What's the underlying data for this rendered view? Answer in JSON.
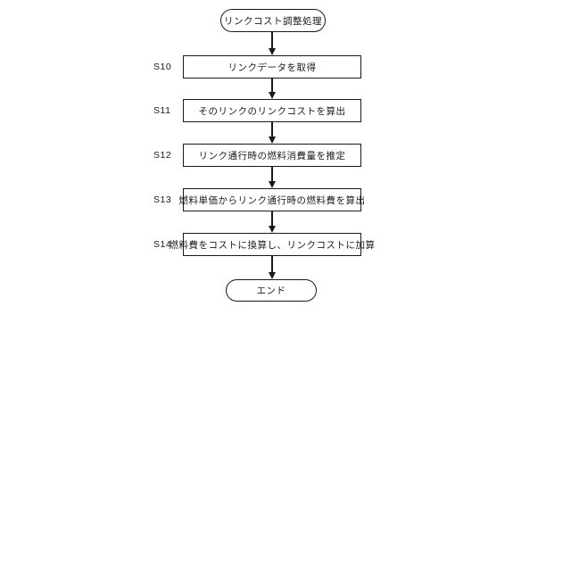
{
  "flowchart": {
    "title": "リンクコスト調整処理",
    "start": {
      "label": "リンクコスト調整処理"
    },
    "steps": [
      {
        "id": "S10",
        "label": "リンクデータを取得"
      },
      {
        "id": "S11",
        "label": "そのリンクのリンクコストを算出"
      },
      {
        "id": "S12",
        "label": "リンク通行時の燃料消費量を推定"
      },
      {
        "id": "S13",
        "label": "燃料単価からリンク通行時の燃料費を算出"
      },
      {
        "id": "S14",
        "label": "燃料費をコストに換算し、リンクコストに加算"
      }
    ],
    "end": {
      "label": "エンド"
    },
    "line_color": "#1a1a1a",
    "background_color": "#ffffff"
  }
}
